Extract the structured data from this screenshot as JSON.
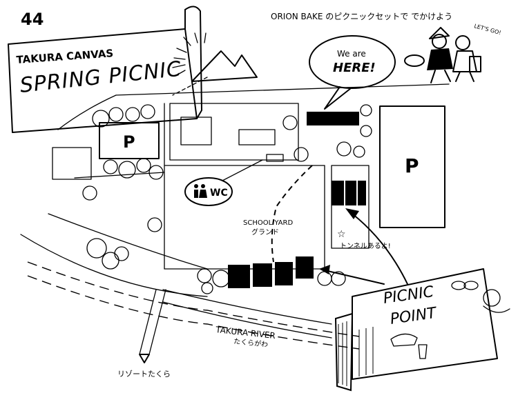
{
  "header_marks": "44",
  "banner": {
    "line1": "TAKURA CANVAS",
    "line2": "SPRING PICNIC"
  },
  "tagline": "ORION BAKE のピクニックセットで でかけよう",
  "lets_go": "LET'S GO!",
  "speech_bubble": {
    "line1": "We are",
    "line2": "HERE!"
  },
  "parking": [
    "P",
    "P"
  ],
  "wc_label": "WC",
  "school_yard": {
    "en": "SCHOOL YARD",
    "jp": "グランド"
  },
  "tunnel_note": "トンネルあるよ!",
  "picnic_point": {
    "line1": "PICNIC",
    "line2": "POINT"
  },
  "river": {
    "en": "TAKURA RIVER",
    "jp": "たくらがわ"
  },
  "resort_label": "リゾートたくら",
  "icons": [
    "mountain-icon",
    "person-icon",
    "star-icon",
    "arrow-icon",
    "tree-icon",
    "bread-icon",
    "cup-icon"
  ]
}
